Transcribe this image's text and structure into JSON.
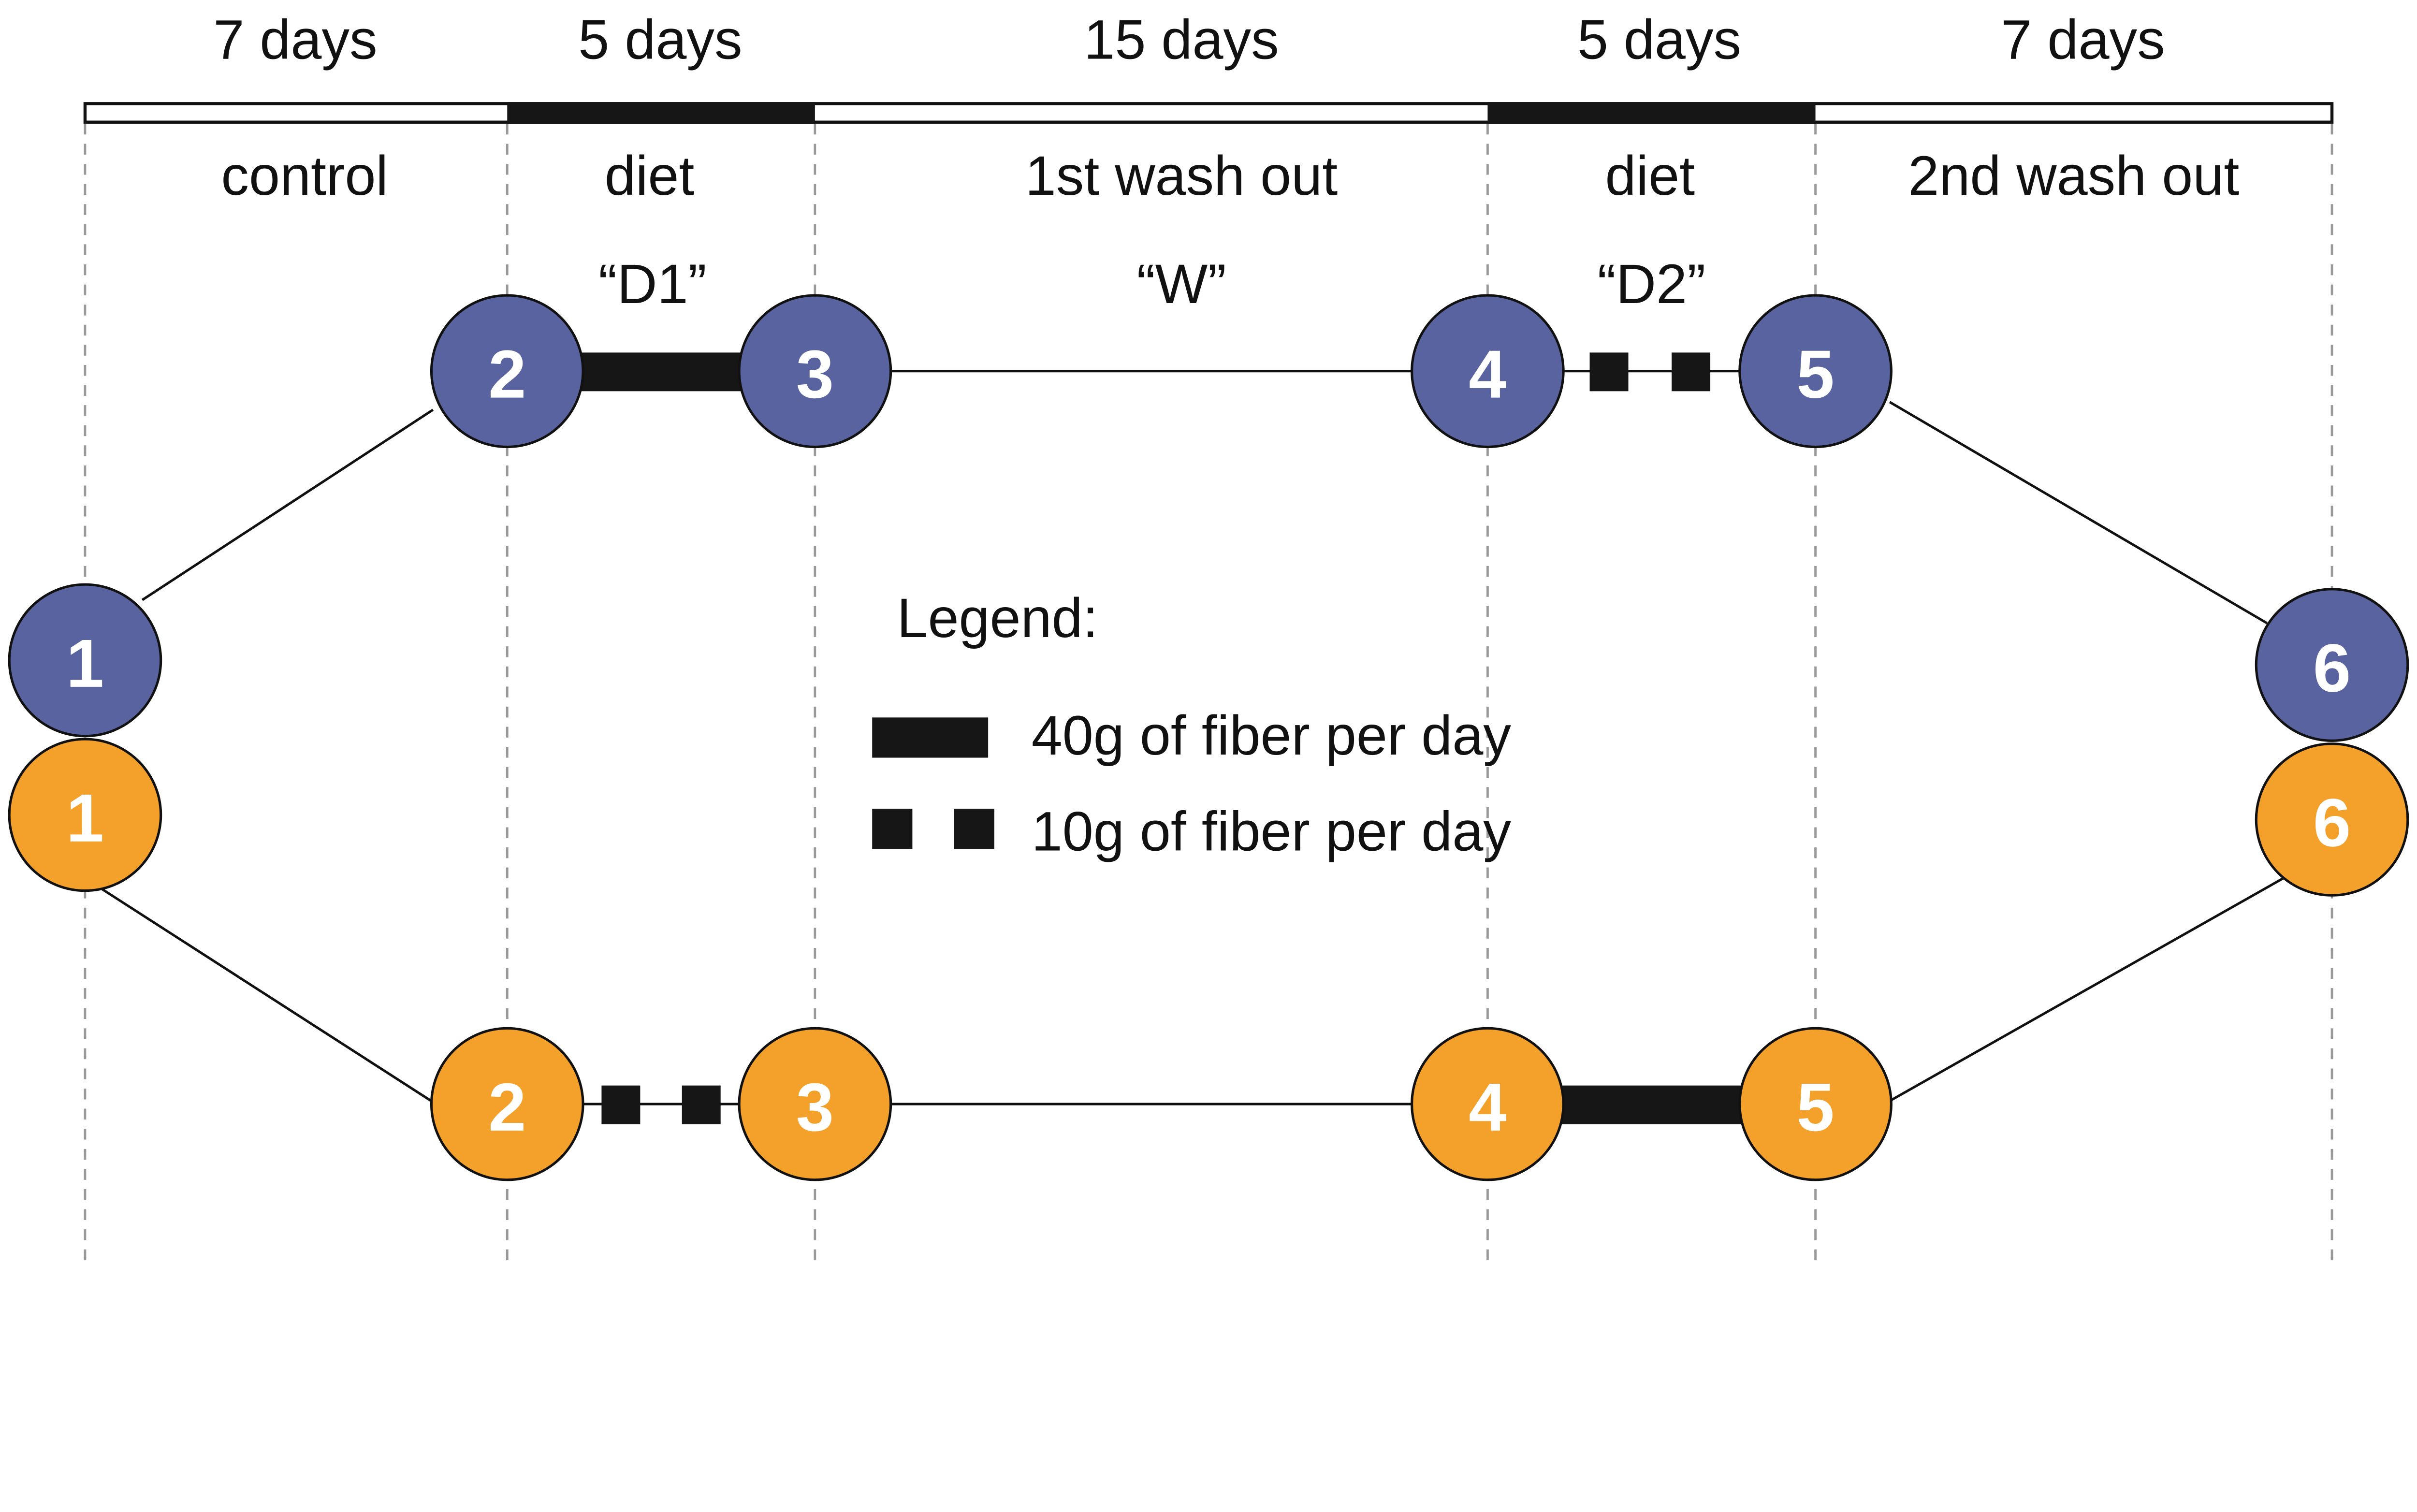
{
  "periods": [
    {
      "duration": "7 days",
      "phase": "control",
      "code": "",
      "bar": "open"
    },
    {
      "duration": "5 days",
      "phase": "diet",
      "code": "“D1”",
      "bar": "filled"
    },
    {
      "duration": "15 days",
      "phase": "1st wash out",
      "code": "“W”",
      "bar": "open"
    },
    {
      "duration": "5 days",
      "phase": "diet",
      "code": "“D2”",
      "bar": "filled"
    },
    {
      "duration": "7 days",
      "phase": "2nd wash out",
      "code": "",
      "bar": "open"
    }
  ],
  "groups": {
    "blue": {
      "color": "#58639f",
      "nodes": [
        "1",
        "2",
        "3",
        "4",
        "5",
        "6"
      ],
      "d1": "40g",
      "d2": "10g"
    },
    "orange": {
      "color": "#f4a12b",
      "nodes": [
        "1",
        "2",
        "3",
        "4",
        "5",
        "6"
      ],
      "d1": "10g",
      "d2": "40g"
    }
  },
  "legend": {
    "title": "Legend:",
    "solid": "40g of fiber per day",
    "dotted": "10g of fiber per day"
  }
}
